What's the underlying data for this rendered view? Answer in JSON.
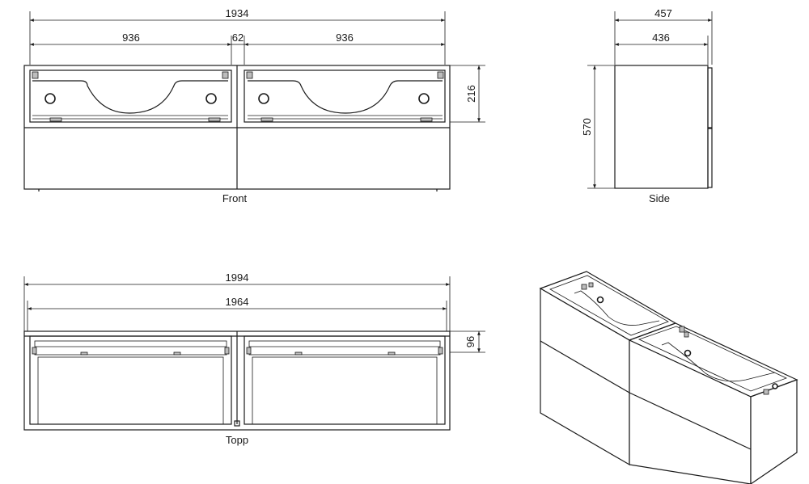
{
  "views": {
    "front": {
      "label": "Front"
    },
    "side": {
      "label": "Side"
    },
    "top": {
      "label": "Topp"
    }
  },
  "dimensions": {
    "front_total_width": "1934",
    "front_left_width": "936",
    "front_gap": "62",
    "front_right_width": "936",
    "front_drawer_height": "216",
    "side_outer_depth": "457",
    "side_inner_depth": "436",
    "side_height": "570",
    "top_total_width": "1994",
    "top_inner_width": "1964",
    "top_depth": "96"
  }
}
